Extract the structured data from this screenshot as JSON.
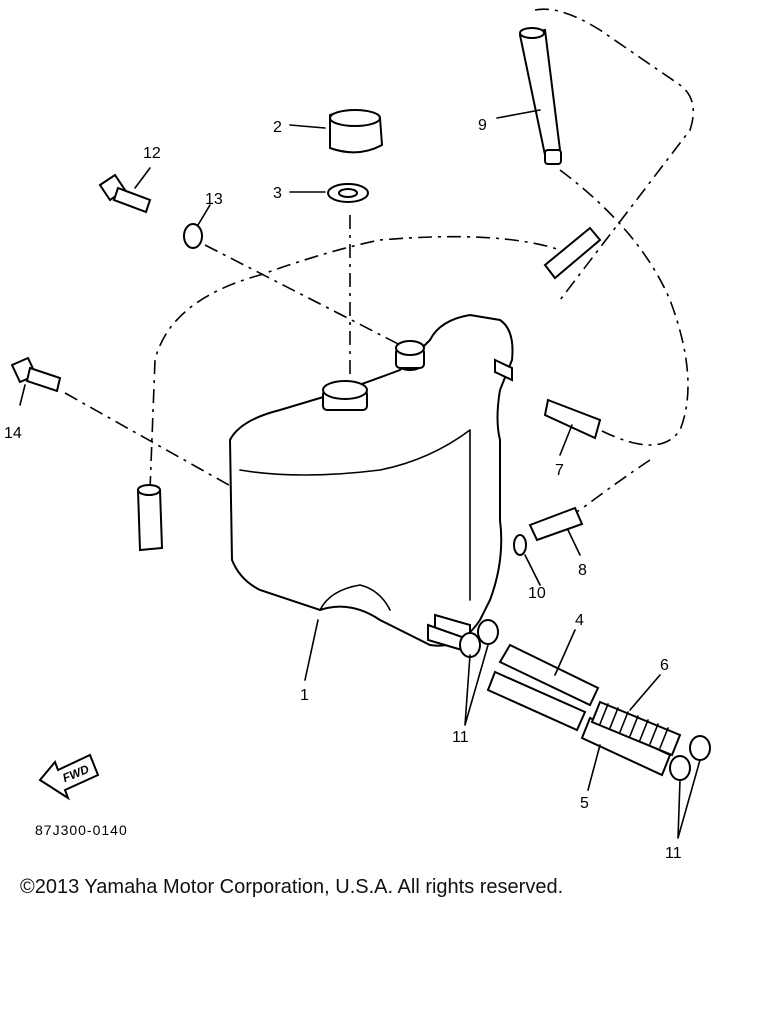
{
  "diagram": {
    "part_callouts": [
      "1",
      "2",
      "3",
      "4",
      "5",
      "6",
      "7",
      "8",
      "9",
      "10",
      "11",
      "11",
      "12",
      "13",
      "14"
    ],
    "drawing_code": "87J300-0140",
    "direction_marker": "FWD"
  },
  "footer": {
    "copyright": "©2013 Yamaha Motor Corporation, U.S.A. All rights reserved."
  }
}
